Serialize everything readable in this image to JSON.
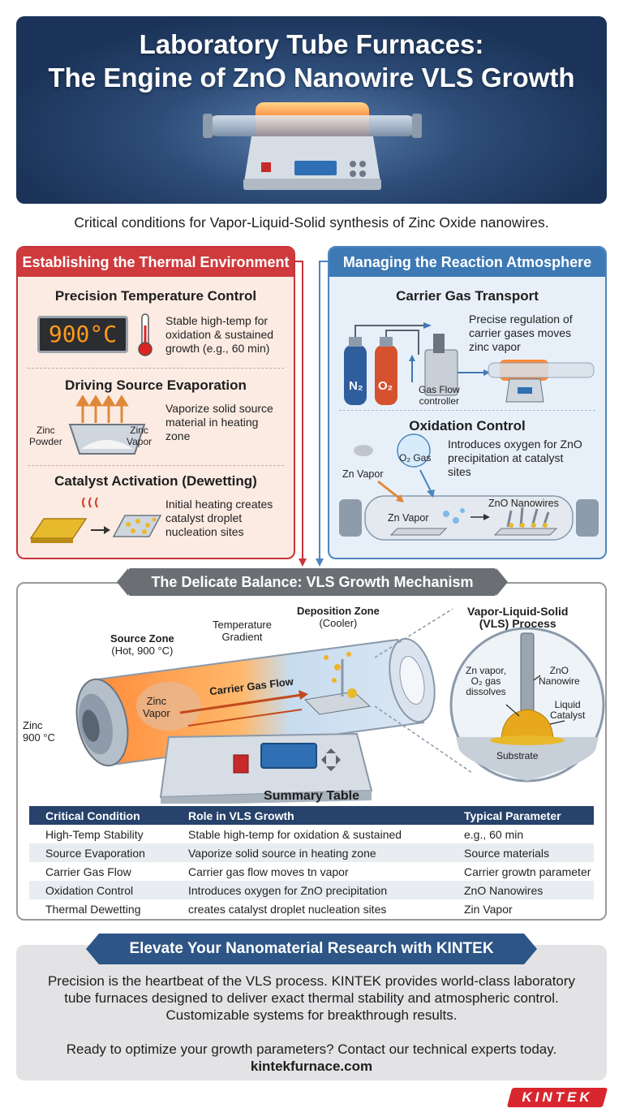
{
  "hero": {
    "title_line1": "Laboratory Tube Furnaces:",
    "title_line2": "The Engine of ZnO Nanowire VLS Growth"
  },
  "subtitle": "Critical conditions for Vapor-Liquid-Solid synthesis of Zinc Oxide nanowires.",
  "thermal": {
    "header": "Establishing the Thermal Environment",
    "temp": {
      "title": "Precision Temperature Control",
      "display": "900°C",
      "desc_l1": "Stable high-temp for",
      "desc_l2": "oxidation & sustained",
      "desc_l3": "growth (e.g., 60 min)"
    },
    "evap": {
      "title": "Driving Source Evaporation",
      "label_left_1": "Zinc",
      "label_left_2": "Powder",
      "label_right_1": "Zinc",
      "label_right_2": "Vapor",
      "desc_l1": "Vaporize solid source",
      "desc_l2": "material in heating",
      "desc_l3": "zone"
    },
    "catalyst": {
      "title": "Catalyst Activation (Dewetting)",
      "desc_l1": "Initial heating creates",
      "desc_l2": "catalyst droplet",
      "desc_l3": "nucleation sites"
    }
  },
  "atmosphere": {
    "header": "Managing the Reaction Atmosphere",
    "carrier": {
      "title": "Carrier Gas Transport",
      "n2": "N₂",
      "o2": "O₂",
      "ctrl_l1": "Gas Flow",
      "ctrl_l2": "controller",
      "desc_l1": "Precise regulation of",
      "desc_l2": "carrier gases moves",
      "desc_l3": "zinc vapor"
    },
    "oxidation": {
      "title": "Oxidation Control",
      "zn_vapor": "Zn Vapor",
      "o2_gas": "O₂ Gas",
      "tube_vapor": "Zn Vapor",
      "nanowires": "ZnO Nanowires",
      "desc_l1": "Introduces oxygen for ZnO",
      "desc_l2": "precipitation at catalyst",
      "desc_l3": "sites"
    }
  },
  "balance": {
    "banner": "The Delicate Balance: VLS Growth Mechanism",
    "source_zone": "Source Zone",
    "source_sub": "(Hot, 900 °C)",
    "gradient_l1": "Temperature",
    "gradient_l2": "Gradient",
    "deposition": "Deposition Zone",
    "deposition_sub": "(Cooler)",
    "zinc_vapor_l1": "Zinc",
    "zinc_vapor_l2": "Vapor",
    "carrier_flow": "Carrier Gas Flow",
    "zinc_temp_l1": "Zinc",
    "zinc_temp_l2": "900 °C",
    "vls_title_l1": "Vapor-Liquid-Solid",
    "vls_title_l2": "(VLS) Process",
    "vls_zn_l1": "Zn vapor,",
    "vls_zn_l2": "O₂ gas",
    "vls_zn_l3": "dissolves",
    "vls_zno_l1": "ZnO",
    "vls_zno_l2": "Nanowire",
    "vls_liquid_l1": "Liquid",
    "vls_liquid_l2": "Catalyst",
    "vls_substrate": "Substrate"
  },
  "table": {
    "title": "Summary Table",
    "headers": [
      "Critical Condition",
      "Role in VLS Growth",
      "Typical Parameter"
    ],
    "rows": [
      [
        "High-Temp Stability",
        "Stable high-temp for oxidation & sustained",
        "e.g., 60 min"
      ],
      [
        "Source Evaporation",
        "Vaporize solid source in heating zone",
        "Source materials"
      ],
      [
        "Carrier Gas Flow",
        "Carrier gas flow moves tn vapor",
        "Carrier growtn parameter"
      ],
      [
        "Oxidation Control",
        "Introduces oxygen for ZnO precipitation",
        "ZnO Nanowires"
      ],
      [
        "Thermal Dewetting",
        "creates catalyst droplet nucleation sites",
        "Zin Vapor"
      ]
    ]
  },
  "cta": {
    "title": "Elevate Your Nanomaterial Research with KINTEK",
    "p1_l1": "Precision is the heartbeat of the VLS process. KINTEK provides world-class laboratory",
    "p1_l2": "tube furnaces designed to deliver exact thermal stability and atmospheric control.",
    "p1_l3": "Customizable systems for breakthrough results.",
    "p2": "Ready to optimize your growth parameters? Contact our technical experts today.",
    "url": "kintekfurnace.com"
  },
  "logo": "KINTEK",
  "colors": {
    "red_accent": "#cf3a3d",
    "blue_accent": "#3d79b5",
    "navy": "#27436b",
    "hero_bg": "#1b3358"
  }
}
